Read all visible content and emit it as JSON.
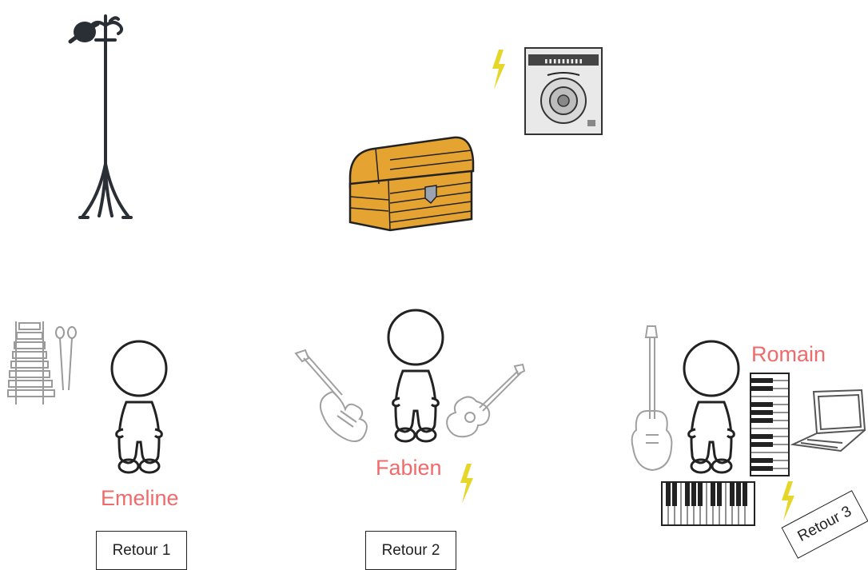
{
  "musicians": [
    {
      "name": "Emeline",
      "monitor_label": "Retour 1"
    },
    {
      "name": "Fabien",
      "monitor_label": "Retour 2"
    },
    {
      "name": "Romain",
      "monitor_label": "Retour 3"
    }
  ],
  "colors": {
    "name_text": "#ef6b6b",
    "lightning": "#e6d62a",
    "chest_wood": "#e5a332",
    "stroke": "#222222"
  },
  "icons": [
    "coat-rack-icon",
    "amplifier-icon",
    "treasure-chest-icon",
    "xylophone-icon",
    "electric-guitar-icon",
    "acoustic-guitar-icon",
    "bass-guitar-icon",
    "keyboard-icon",
    "laptop-icon",
    "lightning-icon",
    "person-icon"
  ]
}
